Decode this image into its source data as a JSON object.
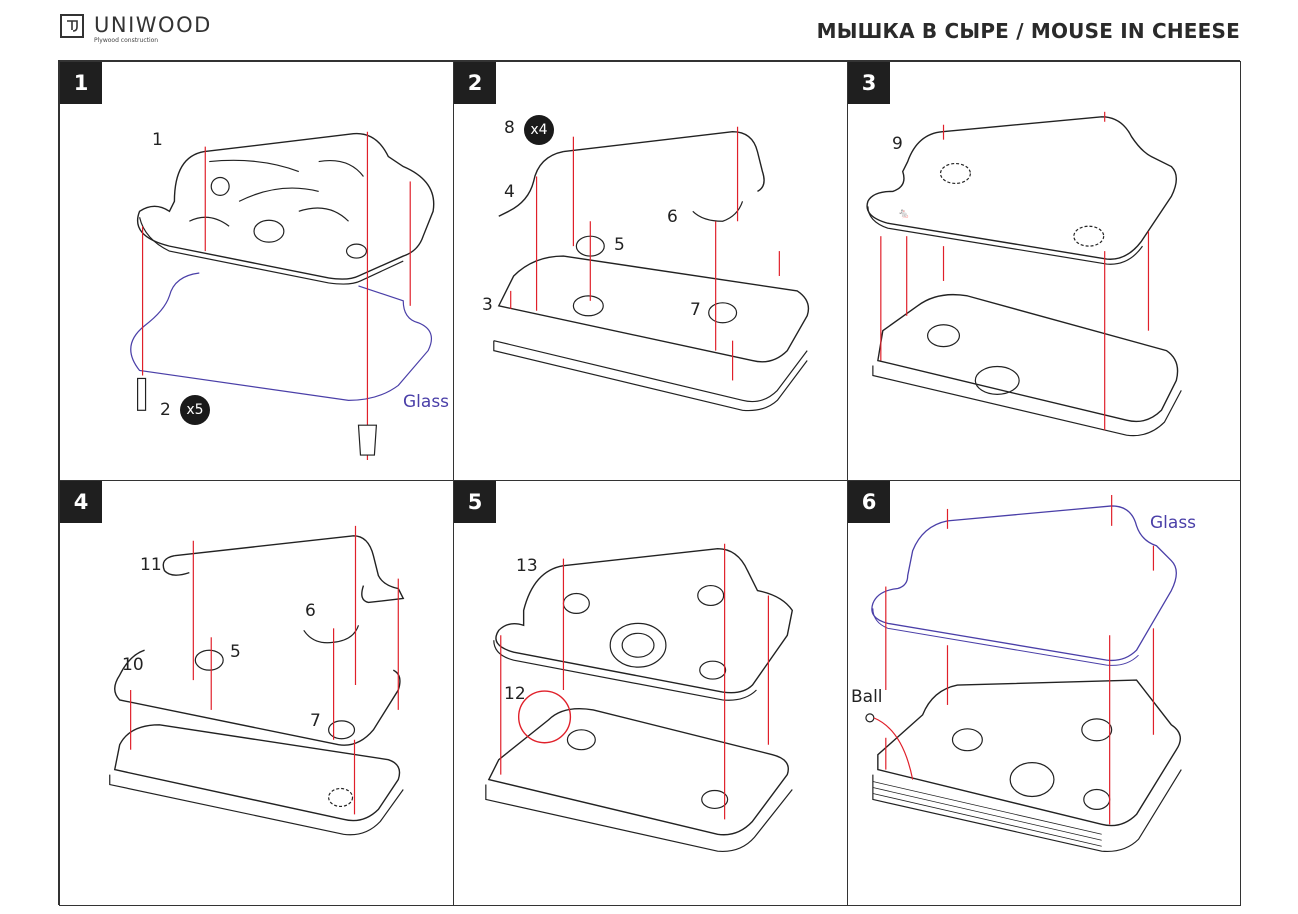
{
  "header": {
    "brand": "UNIWOOD",
    "tagline": "Plywood construction",
    "logo_icon": "uniwood-logo-icon",
    "title": "МЫШКА В СЫРЕ / MOUSE IN CHEESE"
  },
  "colors": {
    "guide_line": "#e0202a",
    "glass": "#4a3fa8",
    "line_art": "#222222",
    "badge": "#1f1f1f"
  },
  "steps": [
    {
      "number": "1",
      "labels": [
        {
          "text": "1"
        },
        {
          "text": "2"
        }
      ],
      "quantity": {
        "text": "x5"
      },
      "glass_label": "Glass"
    },
    {
      "number": "2",
      "labels": [
        {
          "text": "8"
        },
        {
          "text": "4"
        },
        {
          "text": "5"
        },
        {
          "text": "6"
        },
        {
          "text": "3"
        },
        {
          "text": "7"
        }
      ],
      "quantity": {
        "text": "x4"
      }
    },
    {
      "number": "3",
      "labels": [
        {
          "text": "9"
        }
      ]
    },
    {
      "number": "4",
      "labels": [
        {
          "text": "11"
        },
        {
          "text": "6"
        },
        {
          "text": "10"
        },
        {
          "text": "5"
        },
        {
          "text": "7"
        }
      ]
    },
    {
      "number": "5",
      "labels": [
        {
          "text": "13"
        },
        {
          "text": "12"
        }
      ]
    },
    {
      "number": "6",
      "labels": [
        {
          "text": "Ball"
        }
      ],
      "glass_label": "Glass"
    }
  ]
}
